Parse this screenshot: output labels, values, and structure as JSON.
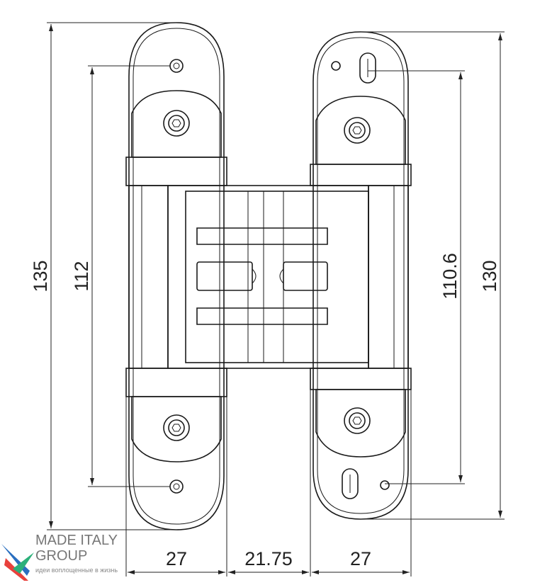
{
  "dimensions": {
    "left_overall_height": "135",
    "left_hole_spacing": "112",
    "right_hole_spacing": "110.6",
    "right_overall_height": "130",
    "left_leaf_width": "27",
    "body_width": "21.75",
    "right_leaf_width": "27"
  },
  "logo": {
    "name": "MADE ITALY GROUP",
    "tagline": "идеи воплощенные в жизнь"
  },
  "colors": {
    "line": "#1a1a1a",
    "logo_blue": "#2a6fc0",
    "logo_red": "#e8413c",
    "logo_green": "#2bb07a"
  }
}
